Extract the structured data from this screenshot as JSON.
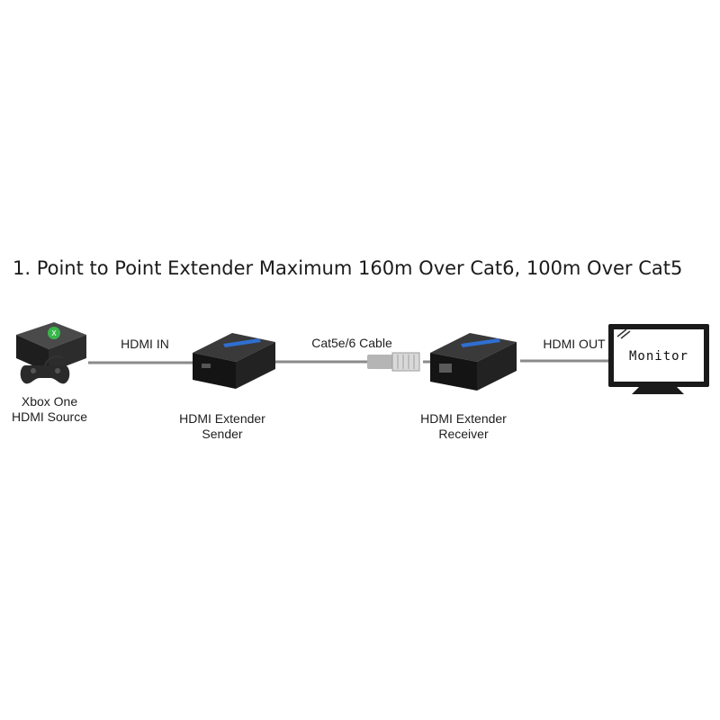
{
  "title": "1. Point to Point Extender Maximum 160m Over Cat6, 100m Over Cat5",
  "source": {
    "line1": "Xbox One",
    "line2": "HDMI Source"
  },
  "hdmi_in_label": "HDMI IN",
  "sender": {
    "line1": "HDMI Extender",
    "line2": "Sender"
  },
  "cable_label": "Cat5e/6 Cable",
  "receiver": {
    "line1": "HDMI Extender",
    "line2": "Receiver"
  },
  "hdmi_out_label": "HDMI OUT",
  "monitor_label": "Monitor",
  "colors": {
    "device_body": "#1c1c1c",
    "device_accent": "#2f6fd0",
    "cable": "#8a8a8a",
    "xbox_logo": "#39b54a"
  }
}
